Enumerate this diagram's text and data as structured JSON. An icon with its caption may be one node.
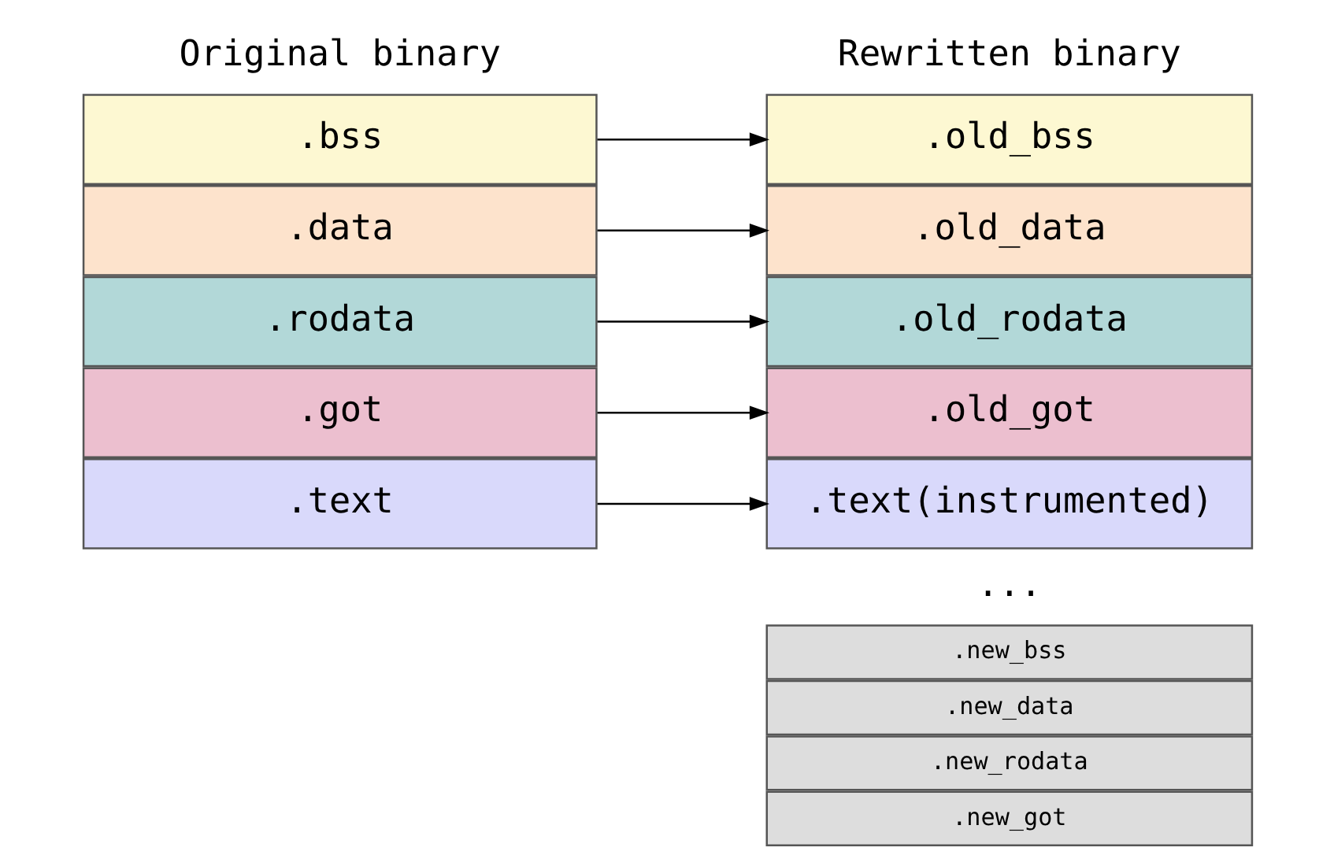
{
  "diagram": {
    "nodes": [
      {
        "text": [
          ".bss"
        ]
      },
      {
        "text": [
          ".data"
        ]
      },
      {
        "text": [
          ".rodata"
        ]
      },
      {
        "text": [
          ".got"
        ]
      },
      {
        "text": [
          ".text"
        ]
      },
      {
        "text": [
          ".old_bss"
        ]
      },
      {
        "text": [
          ".old_data"
        ]
      },
      {
        "text": [
          ".old_rodata"
        ]
      },
      {
        "text": [
          ".old_got"
        ]
      },
      {
        "text": [
          ".text(instrumented)"
        ]
      },
      {
        "text": [
          ".new_bss"
        ]
      },
      {
        "text": [
          ".new_data"
        ]
      },
      {
        "text": [
          ".new_rodata"
        ]
      },
      {
        "text": [
          ".new_got"
        ]
      }
    ],
    "edges": [
      {
        "from": 0,
        "to": 5,
        "arrow": "to"
      },
      {
        "from": 1,
        "to": 6,
        "arrow": "to"
      },
      {
        "from": 2,
        "to": 7,
        "arrow": "to"
      },
      {
        "from": 3,
        "to": 8,
        "arrow": "to"
      },
      {
        "from": 4,
        "to": 9,
        "arrow": "to"
      }
    ],
    "labels": [
      "Original binary",
      "Rewritten binary",
      "..."
    ]
  }
}
